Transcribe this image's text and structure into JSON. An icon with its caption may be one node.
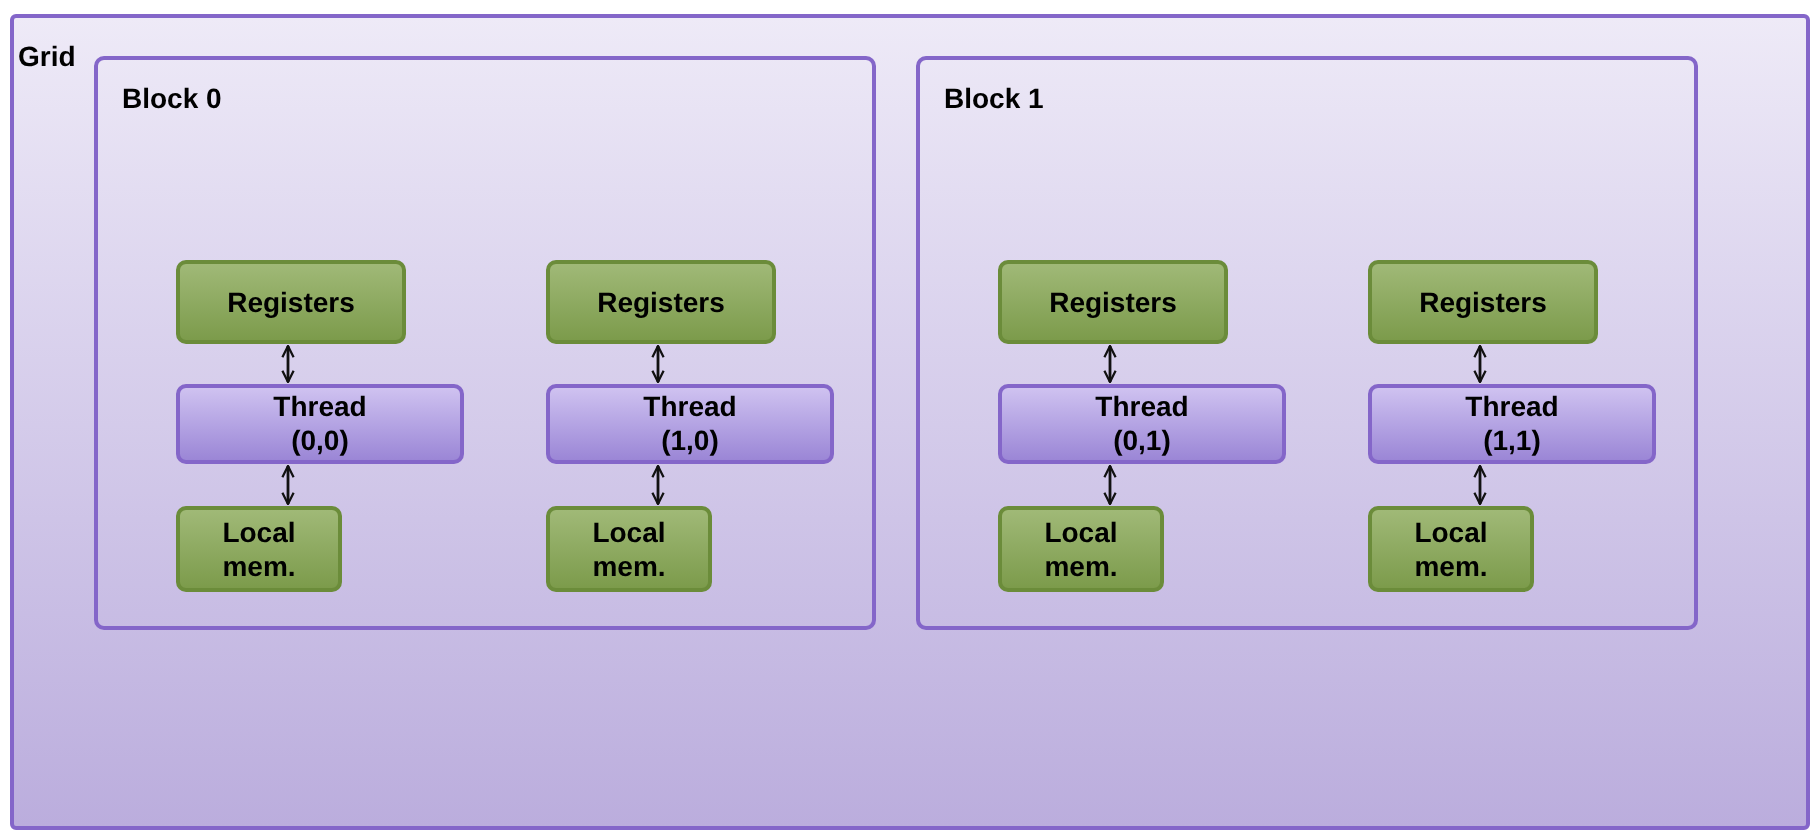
{
  "diagram": {
    "nodes": [
      {
        "text": [
          "Grid"
        ]
      },
      {
        "text": [
          "Block 0"
        ],
        "in": 0
      },
      {
        "text": [
          "Registers"
        ],
        "in": 1
      },
      {
        "text": [
          "Thread (0,0)"
        ],
        "in": 1
      },
      {
        "text": [
          "Local mem."
        ],
        "in": 1
      },
      {
        "text": [
          "Registers"
        ],
        "in": 1
      },
      {
        "text": [
          "Thread (1,0)"
        ],
        "in": 1
      },
      {
        "text": [
          "Local mem."
        ],
        "in": 1
      },
      {
        "text": [
          "Block 1"
        ],
        "in": 0
      },
      {
        "text": [
          "Registers"
        ],
        "in": 8
      },
      {
        "text": [
          "Thread (0,1)"
        ],
        "in": 8
      },
      {
        "text": [
          "Local mem."
        ],
        "in": 8
      },
      {
        "text": [
          "Registers"
        ],
        "in": 8
      },
      {
        "text": [
          "Thread (1,1)"
        ],
        "in": 8
      },
      {
        "text": [
          "Local mem."
        ],
        "in": 8
      }
    ],
    "edges": [
      {
        "from": 2,
        "to": 3,
        "arrow": "both"
      },
      {
        "from": 3,
        "to": 4,
        "arrow": "both"
      },
      {
        "from": 5,
        "to": 6,
        "arrow": "both"
      },
      {
        "from": 6,
        "to": 7,
        "arrow": "both"
      },
      {
        "from": 9,
        "to": 10,
        "arrow": "both"
      },
      {
        "from": 10,
        "to": 11,
        "arrow": "both"
      },
      {
        "from": 12,
        "to": 13,
        "arrow": "both"
      },
      {
        "from": 13,
        "to": 14,
        "arrow": "both"
      }
    ]
  }
}
